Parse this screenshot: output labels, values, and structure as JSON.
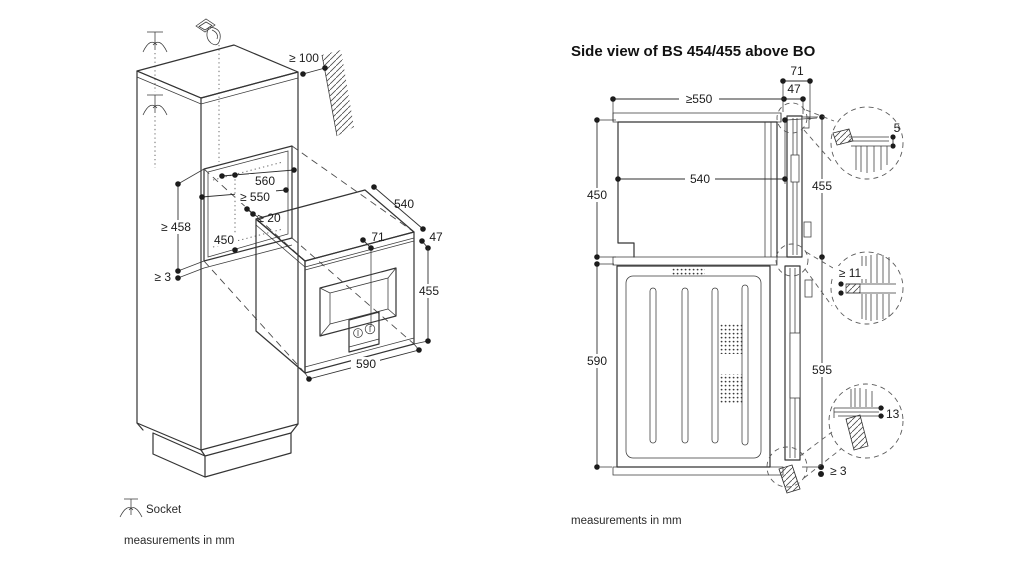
{
  "colors": {
    "ink": "#343434",
    "background": "#ffffff"
  },
  "left": {
    "dims": {
      "clearance_top": "≥ 100",
      "niche_width": "560",
      "min_niche_width": "≥ 550",
      "min_rear_gap": "≥ 20",
      "depth": "540",
      "front_protrusion": "71",
      "door_protrusion": "47",
      "min_niche_height": "≥ 458",
      "niche_height": "450",
      "bottom_clearance": "≥ 3",
      "front_height": "455",
      "width": "590"
    },
    "legend_socket": "Socket",
    "note": "measurements in mm"
  },
  "right": {
    "title": "Side view of BS 454/455 above BO",
    "dims": {
      "front_protrusion": "71",
      "door_protrusion": "47",
      "min_depth": "≥550",
      "niche_height": "450",
      "interior_depth": "540",
      "front_height": "455",
      "oven_niche_height": "590",
      "total_height": "595",
      "detail_top_gap": "5",
      "detail_min_gap": "≥ 11",
      "detail_step": "13",
      "bottom_clearance": "≥ 3"
    },
    "note": "measurements in mm"
  }
}
